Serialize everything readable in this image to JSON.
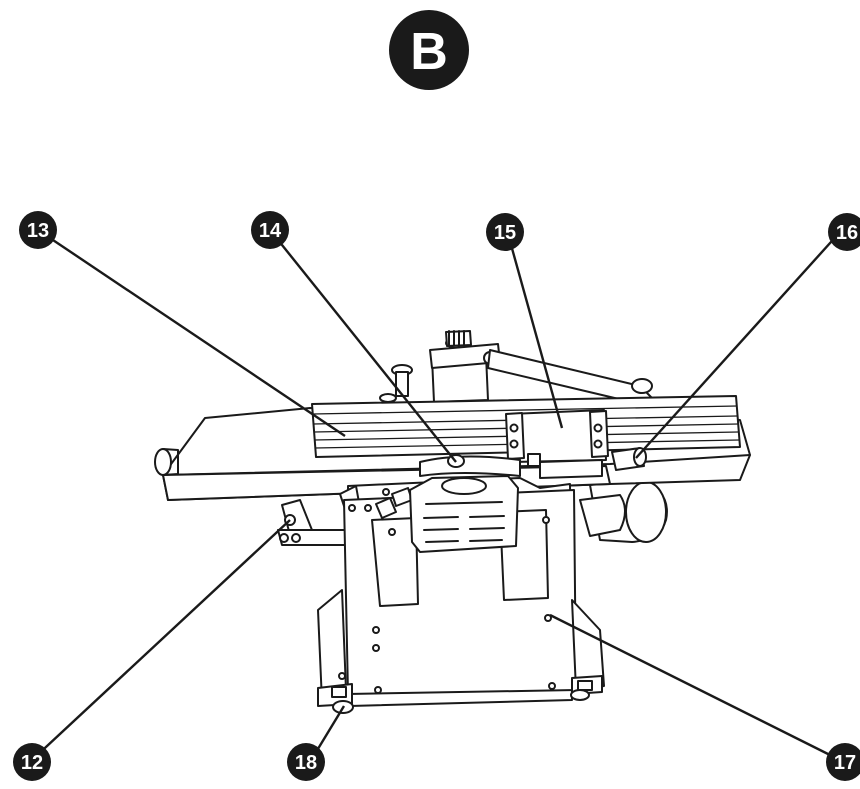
{
  "figure": {
    "view_badge": "B",
    "callouts": [
      {
        "id": "c13",
        "label": "13"
      },
      {
        "id": "c14",
        "label": "14"
      },
      {
        "id": "c15",
        "label": "15"
      },
      {
        "id": "c16",
        "label": "16"
      },
      {
        "id": "c12",
        "label": "12"
      },
      {
        "id": "c18",
        "label": "18"
      },
      {
        "id": "c17",
        "label": "17"
      }
    ]
  }
}
